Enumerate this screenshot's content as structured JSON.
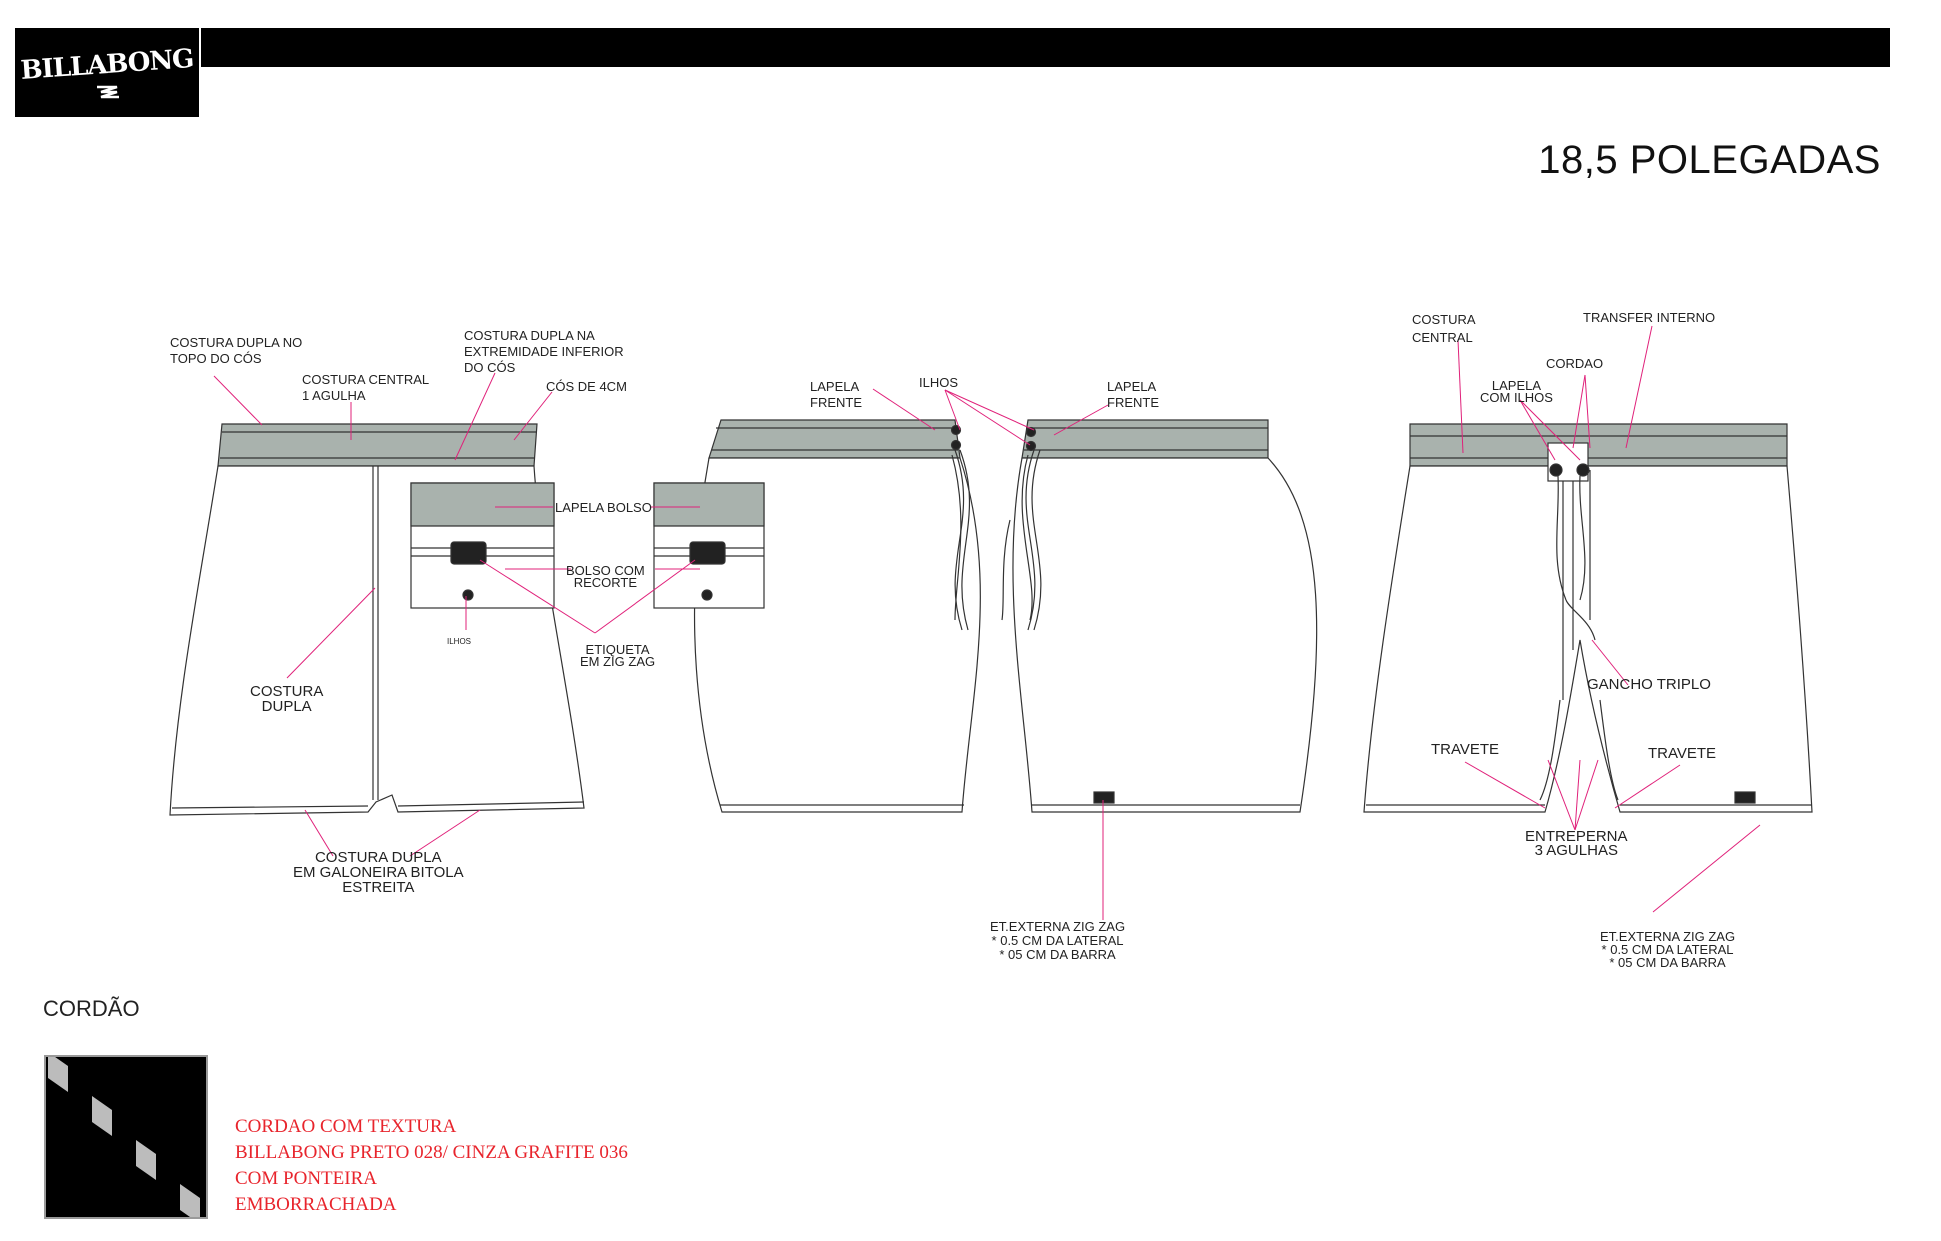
{
  "header": {
    "brand_logo": "BILLABONG",
    "title": "18,5 POLEGADAS"
  },
  "labels": {
    "costura_dupla_topo": "COSTURA DUPLA NO\nTOPO DO CÓS",
    "costura_central_1": "COSTURA CENTRAL\n1 AGULHA",
    "costura_dupla_inferior": "COSTURA DUPLA NA\nEXTREMIDADE INFERIOR\nDO CÓS",
    "cos_4cm": "CÓS DE 4CM",
    "lapela_bolso": "LAPELA BOLSO",
    "bolso_recorte": "BOLSO COM\nRECORTE",
    "etiqueta_zigzag": "ETIQUETA\nEM ZIG ZAG",
    "ilhos_pocket": "ILHOS",
    "costura_dupla": "COSTURA\nDUPLA",
    "costura_galoneira": "COSTURA DUPLA\nEM GALONEIRA BITOLA\nESTREITA",
    "lapela_frente_left": "LAPELA\nFRENTE",
    "ilhos_side": "ILHOS",
    "lapela_frente_right": "LAPELA\nFRENTE",
    "et_externa_side": "ET.EXTERNA ZIG ZAG\n* 0.5 CM DA LATERAL\n* 05 CM DA BARRA",
    "costura_central_back": "COSTURA\nCENTRAL",
    "transfer_interno": "TRANSFER INTERNO",
    "cordao_label": "CORDAO",
    "lapela_ilhos": "LAPELA\nCOM ILHOS",
    "gancho_triplo": "GANCHO TRIPLO",
    "travete_left": "TRAVETE",
    "travete_right": "TRAVETE",
    "entreperna": "ENTREPERNA\n3 AGULHAS",
    "et_externa_front": "ET.EXTERNA ZIG ZAG\n* 0.5 CM DA LATERAL\n* 05 CM DA BARRA"
  },
  "cord": {
    "title": "CORDÃO",
    "description": [
      "CORDAO COM TEXTURA",
      "BILLABONG PRETO 028/ CINZA GRAFITE 036",
      "COM PONTEIRA",
      "EMBORRACHADA"
    ]
  },
  "colors": {
    "waistband": "#a9b2ad",
    "leader": "#e0217a",
    "annotation_red": "#e8242c"
  }
}
